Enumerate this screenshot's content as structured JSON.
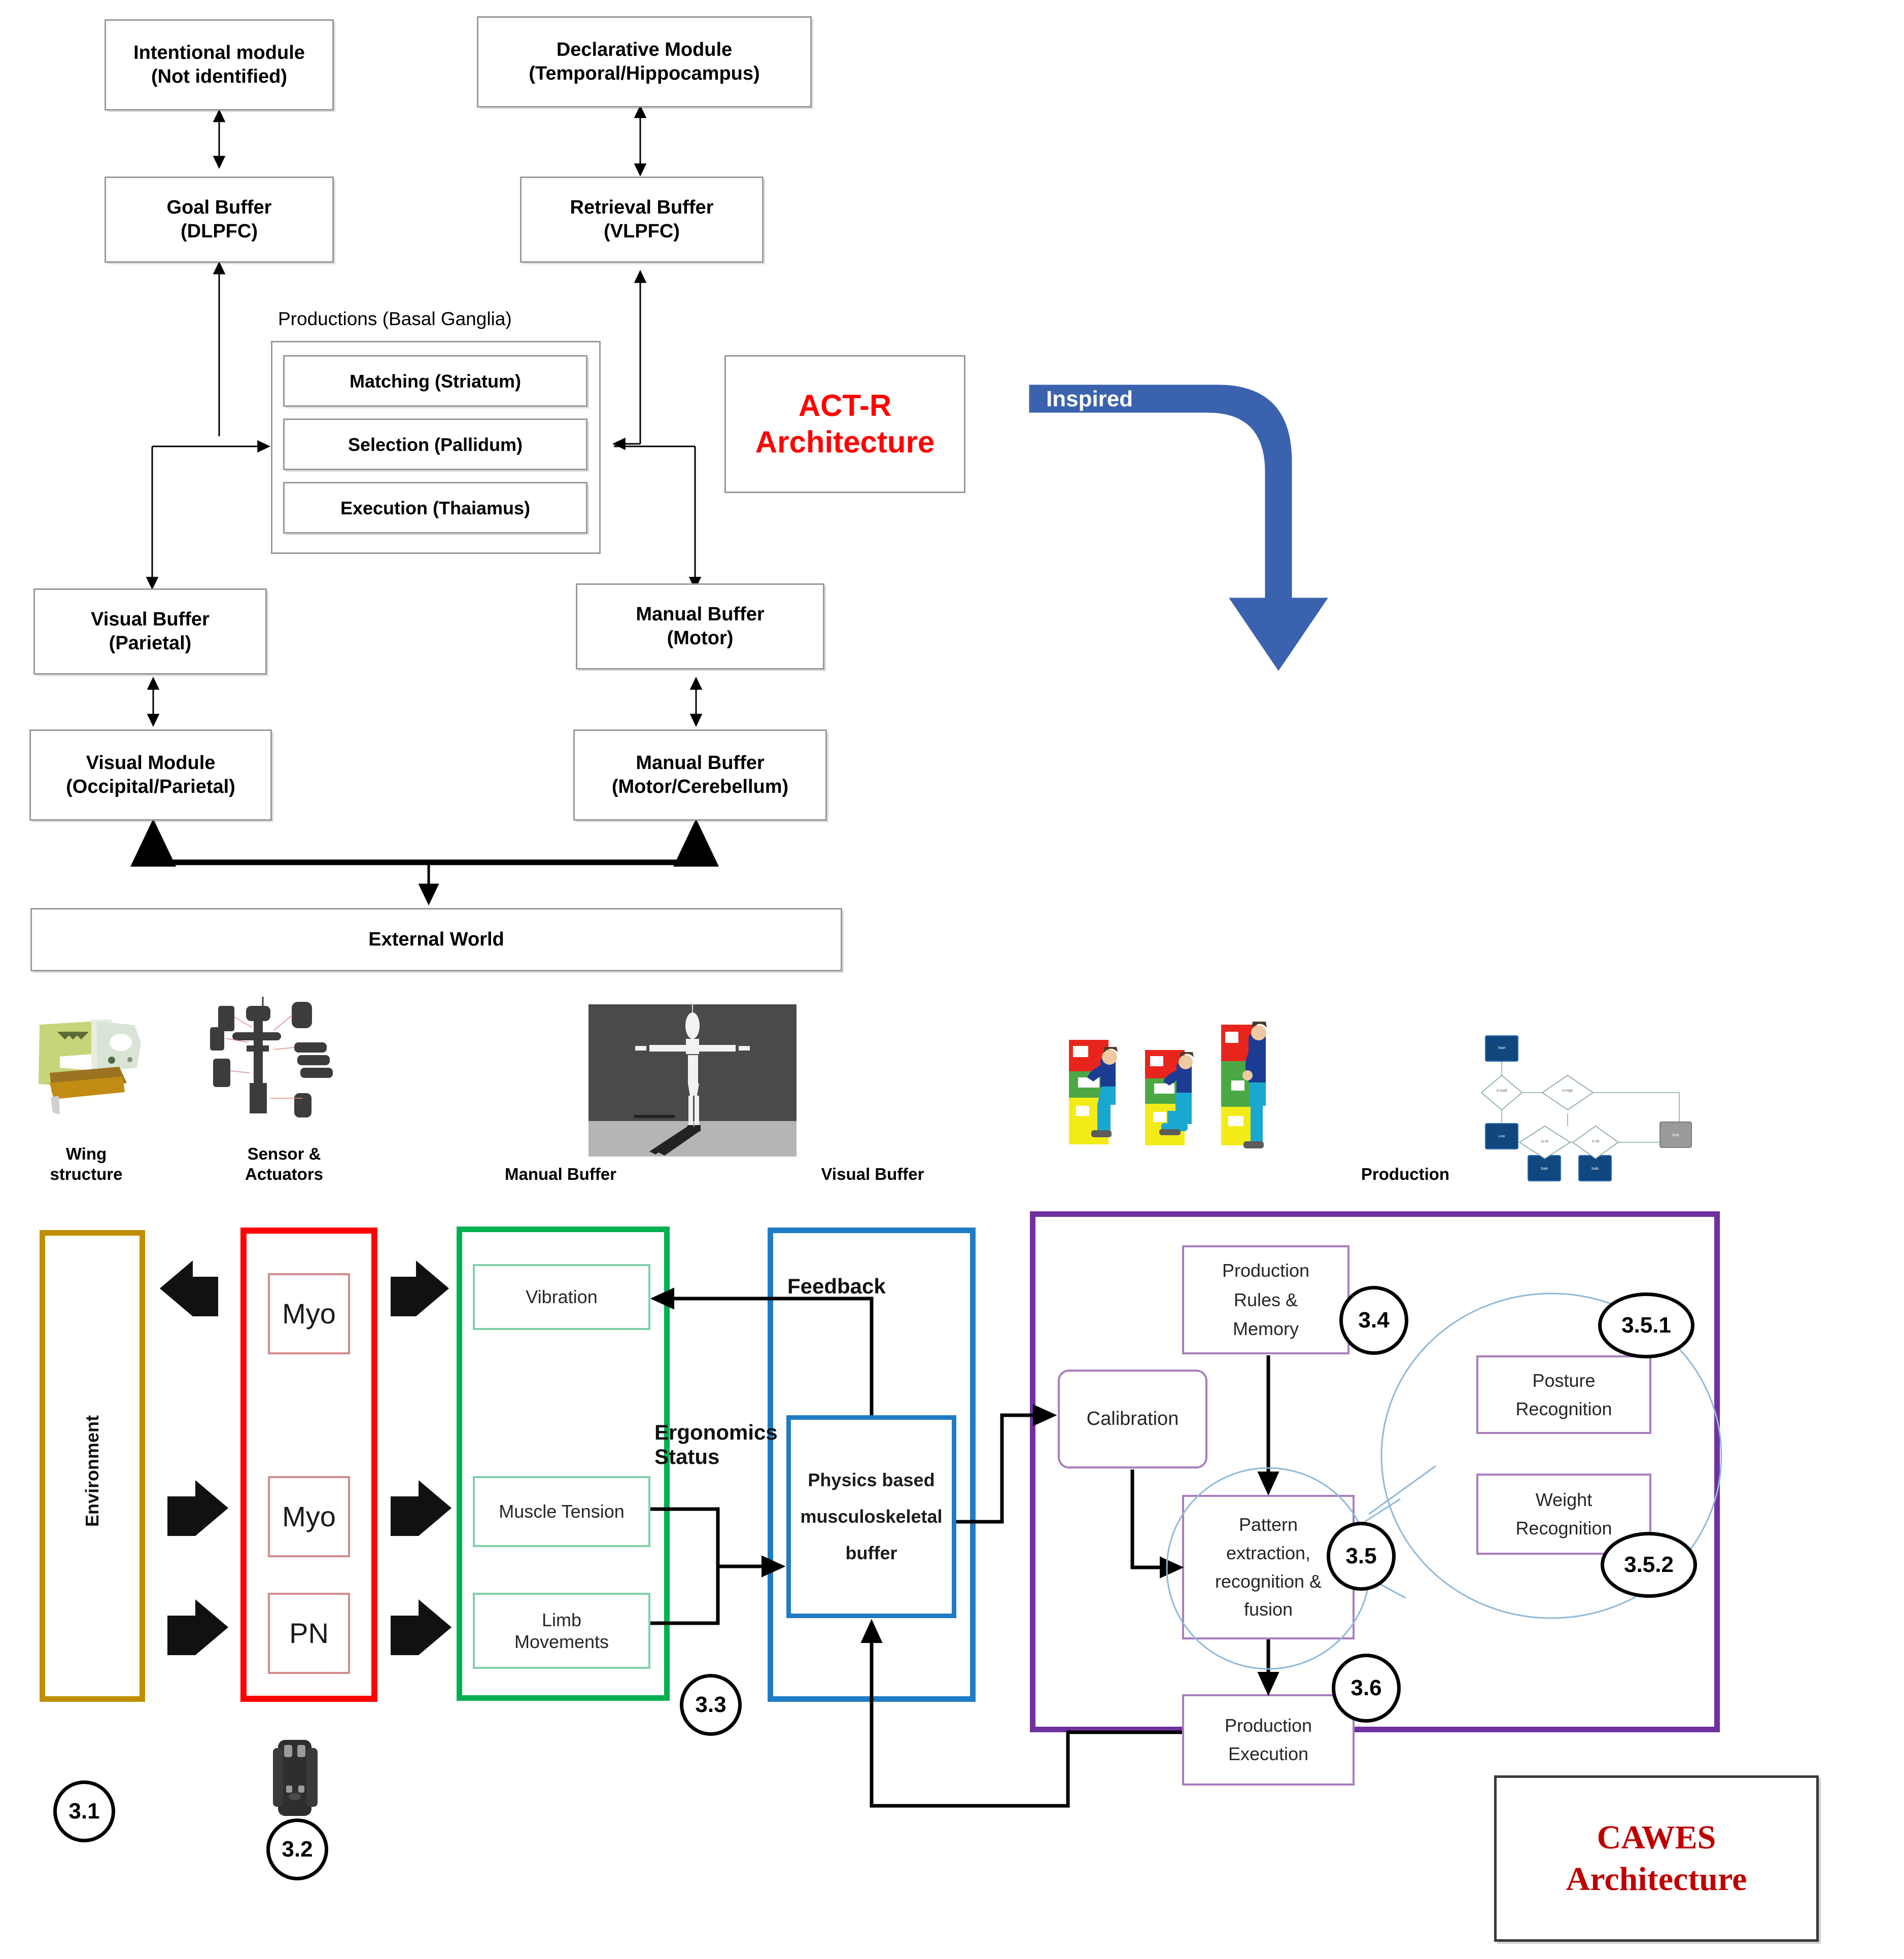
{
  "actr": {
    "title": "ACT-R Architecture",
    "title_lines": [
      "ACT-R",
      "Architecture"
    ],
    "boxes": {
      "intentional_module": "Intentional module\n(Not identified)",
      "intentional_module_l1": "Intentional module",
      "intentional_module_l2": "(Not identified)",
      "declarative_module_l1": "Declarative Module",
      "declarative_module_l2": "(Temporal/Hippocampus)",
      "goal_buffer_l1": "Goal Buffer",
      "goal_buffer_l2": "(DLPFC)",
      "retrieval_buffer_l1": "Retrieval Buffer",
      "retrieval_buffer_l2": "(VLPFC)",
      "productions_label": "Productions (Basal Ganglia)",
      "matching": "Matching (Striatum)",
      "selection": "Selection (Pallidum)",
      "execution": "Execution (Thaiamus)",
      "visual_buffer_l1": "Visual Buffer",
      "visual_buffer_l2": "(Parietal)",
      "manual_buffer_l1": "Manual Buffer",
      "manual_buffer_l2": "(Motor)",
      "visual_module_l1": "Visual Module",
      "visual_module_l2": "(Occipital/Parietal)",
      "manual_buffer2_l1": "Manual Buffer",
      "manual_buffer2_l2": "(Motor/Cerebellum)",
      "external_world": "External World"
    }
  },
  "inspired": {
    "label": "Inspired",
    "color": "#3B62AE"
  },
  "thumbnails": {
    "wing_structure": "Wing\nstructure",
    "wing_structure_l1": "Wing",
    "wing_structure_l2": "structure",
    "sensor_actuators_l1": "Sensor &",
    "sensor_actuators_l2": "Actuators",
    "manual_buffer": "Manual Buffer",
    "visual_buffer": "Visual Buffer",
    "production": "Production"
  },
  "cawes": {
    "title_lines": [
      "CAWES",
      "Architecture"
    ],
    "environment": "Environment",
    "sensors": [
      "Myo",
      "Myo",
      "PN"
    ],
    "manual_items": [
      "Vibration",
      "Muscle Tension",
      "Limb\nMovements"
    ],
    "manual_item_0": "Vibration",
    "manual_item_1": "Muscle Tension",
    "manual_item_2a": "Limb",
    "manual_item_2b": "Movements",
    "feedback": "Feedback",
    "ergonomics_l1": "Ergonomics",
    "ergonomics_l2": "Status",
    "physics_buffer_l1": "Physics based",
    "physics_buffer_l2": "musculoskeletal",
    "physics_buffer_l3": "buffer",
    "calibration": "Calibration",
    "production_rules_l1": "Production",
    "production_rules_l2": "Rules &",
    "production_rules_l3": "Memory",
    "pattern_l1": "Pattern",
    "pattern_l2": "extraction,",
    "pattern_l3": "recognition &",
    "pattern_l4": "fusion",
    "production_execution_l1": "Production",
    "production_execution_l2": "Execution",
    "posture_l1": "Posture",
    "posture_l2": "Recognition",
    "weight_l1": "Weight",
    "weight_l2": "Recognition",
    "markers": {
      "m31": "3.1",
      "m32": "3.2",
      "m33": "3.3",
      "m34": "3.4",
      "m35": "3.5",
      "m351": "3.5.1",
      "m352": "3.5.2",
      "m36": "3.6"
    },
    "colors": {
      "environment_border": "#BF8F00",
      "sensor_border": "#FF0000",
      "manual_border": "#00B050",
      "visual_border": "#1F7BC4",
      "production_border": "#7030A0",
      "inner_purple": "#A97DBD",
      "inner_red": "#D28B8B",
      "inner_green": "#7FD0A8",
      "accent_red": "#C00000"
    }
  }
}
